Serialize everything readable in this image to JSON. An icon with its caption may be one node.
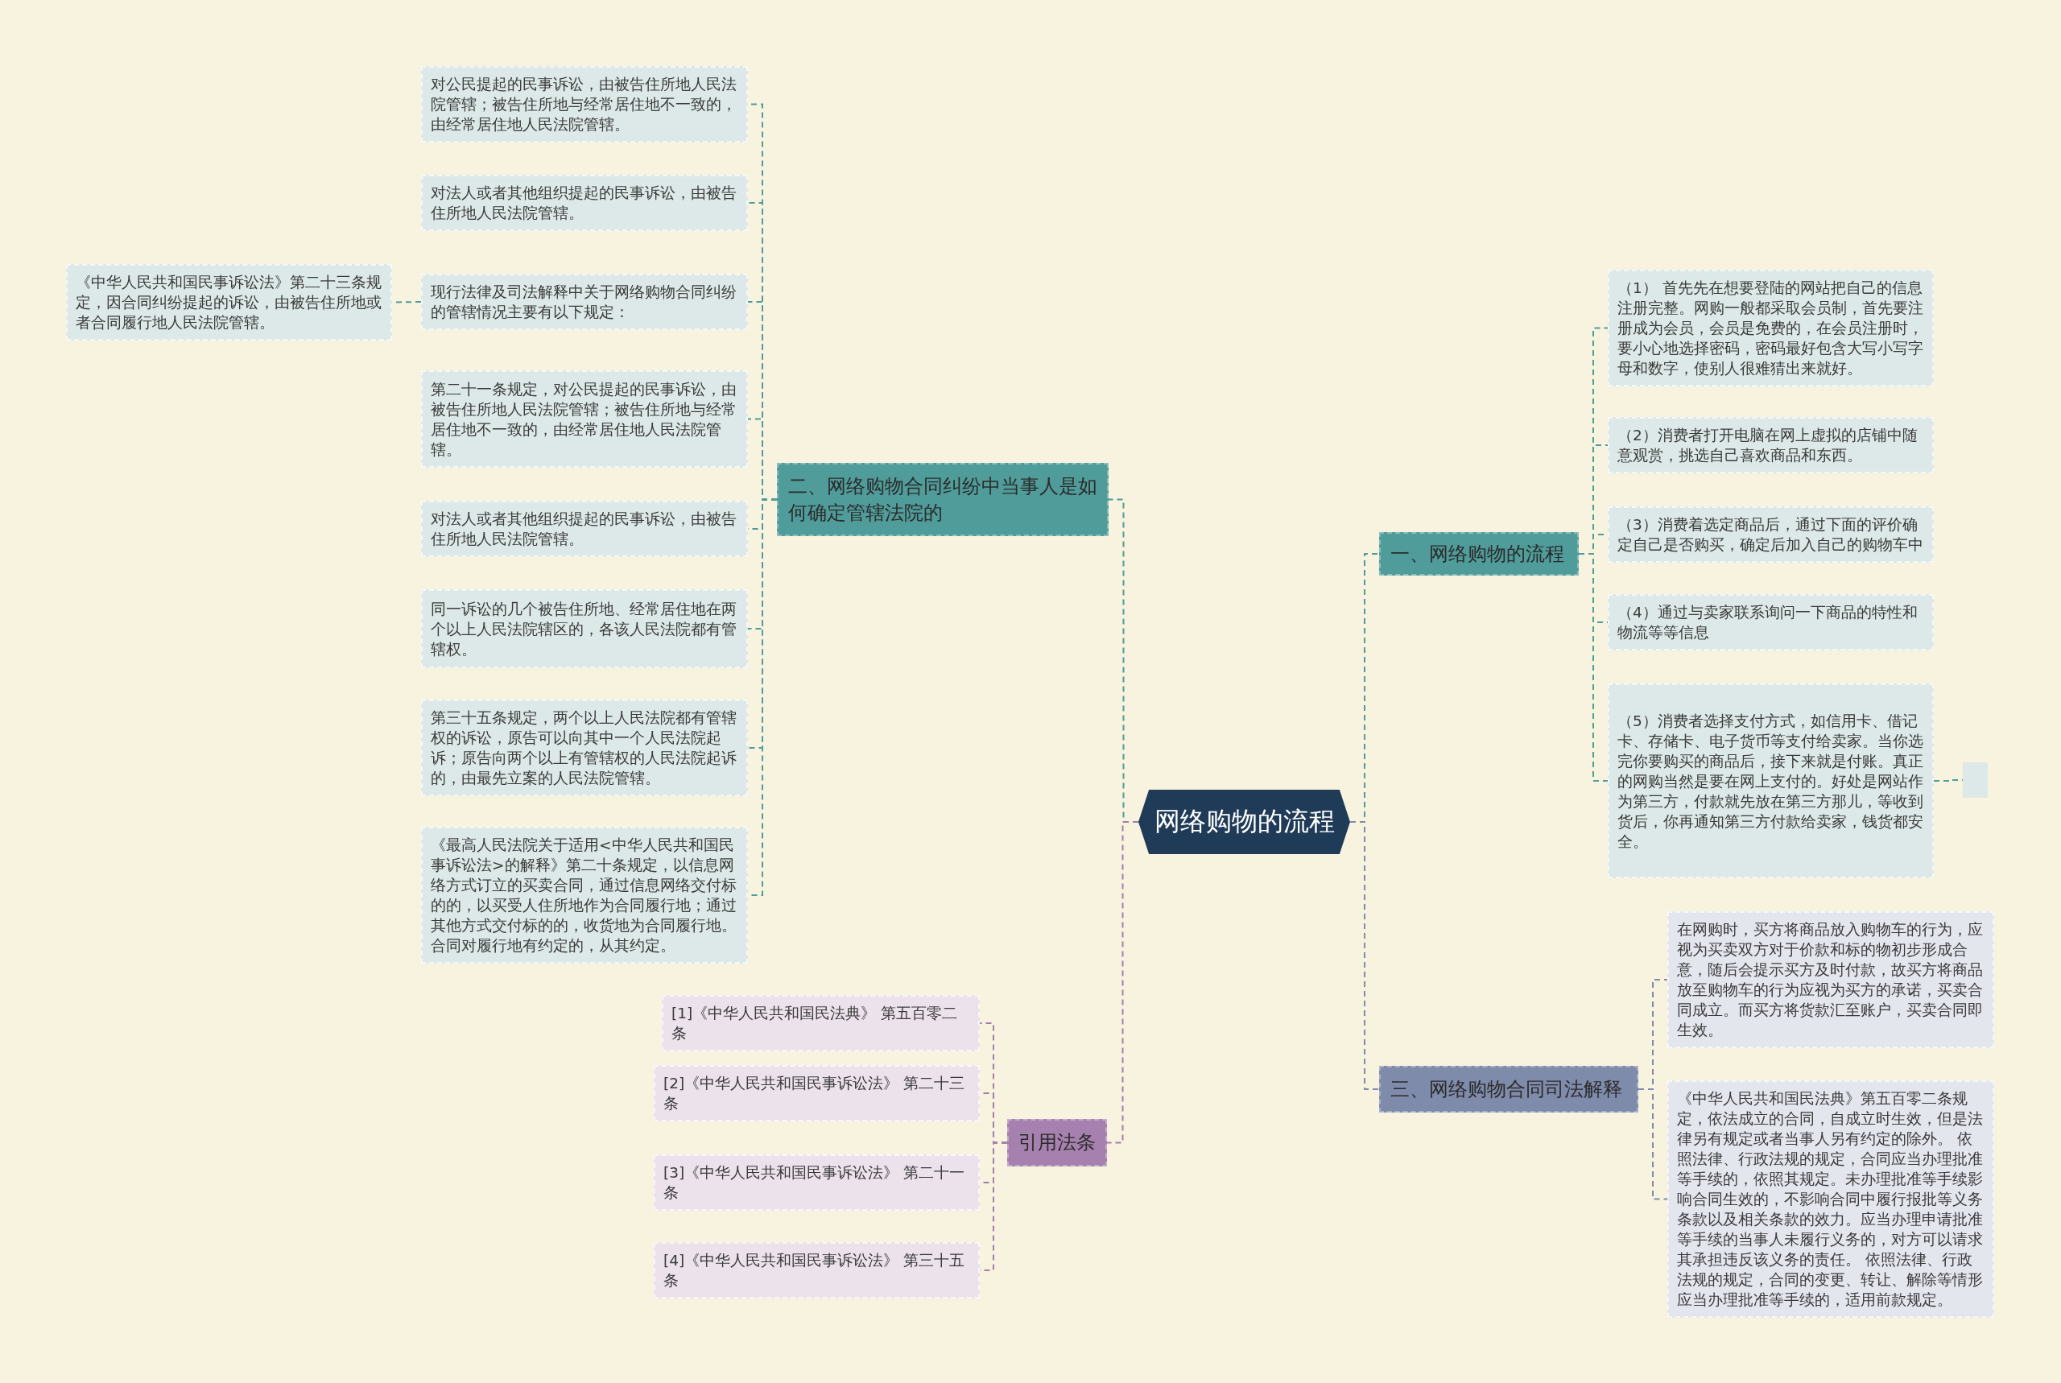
{
  "diagram": {
    "nodes": [
      {
        "text": [
          "网络购物的流程"
        ]
      },
      {
        "text": [
          "一、网络购物的流程"
        ]
      },
      {
        "text": [
          "（1） 首先先在想要登陆的网站把自己的信息注册完整。网购一般都采取会员制，首先要注册成为会员，会员是免费的，在会员注册时，要小心地选择密码，密码最好包含大写小写字母和数字，使别人很难猜出来就好。"
        ]
      },
      {
        "text": [
          "（2）消费者打开电脑在网上虚拟的店铺中随意观赏，挑选自己喜欢商品和东西。"
        ]
      },
      {
        "text": [
          "（3）消费着选定商品后，通过下面的评价确定自己是否购买，确定后加入自己的购物车中"
        ]
      },
      {
        "text": [
          "（4）通过与卖家联系询问一下商品的特性和物流等等信息"
        ]
      },
      {
        "text": [
          "（5）消费者选择支付方式，如信用卡、借记卡、存储卡、电子货币等支付给卖家。当你选完你要购买的商品后，接下来就是付账。真正的网购当然是要在网上支付的。好处是网站作为第三方，付款就先放在第三方那儿，等收到货后，你再通知第三方付款给卖家，钱货都安全。"
        ]
      },
      {
        "text": [],
        "shape": "box"
      },
      {
        "text": [
          "二、网络购物合同纠纷中当事人是如何确定管辖法院的"
        ]
      },
      {
        "text": [
          "对公民提起的民事诉讼，由被告住所地人民法院管辖；被告住所地与经常居住地不一致的，由经常居住地人民法院管辖。"
        ]
      },
      {
        "text": [
          "对法人或者其他组织提起的民事诉讼，由被告住所地人民法院管辖。"
        ]
      },
      {
        "text": [
          "现行法律及司法解释中关于网络购物合同纠纷的管辖情况主要有以下规定："
        ]
      },
      {
        "text": [
          "《中华人民共和国民事诉讼法》第二十三条规定，因合同纠纷提起的诉讼，由被告住所地或者合同履行地人民法院管辖。"
        ]
      },
      {
        "text": [
          "第二十一条规定，对公民提起的民事诉讼，由被告住所地人民法院管辖；被告住所地与经常居住地不一致的，由经常居住地人民法院管辖。"
        ]
      },
      {
        "text": [
          "对法人或者其他组织提起的民事诉讼，由被告住所地人民法院管辖。"
        ]
      },
      {
        "text": [
          "同一诉讼的几个被告住所地、经常居住地在两个以上人民法院辖区的，各该人民法院都有管辖权。"
        ]
      },
      {
        "text": [
          "第三十五条规定，两个以上人民法院都有管辖权的诉讼，原告可以向其中一个人民法院起诉；原告向两个以上有管辖权的人民法院起诉的，由最先立案的人民法院管辖。"
        ]
      },
      {
        "text": [
          "《最高人民法院关于适用<中华人民共和国民事诉讼法>的解释》第二十条规定，以信息网络方式订立的买卖合同，通过信息网络交付标的的，以买受人住所地作为合同履行地；通过其他方式交付标的的，收货地为合同履行地。合同对履行地有约定的，从其约定。"
        ]
      },
      {
        "text": [
          "三、网络购物合同司法解释"
        ]
      },
      {
        "text": [
          "在网购时，买方将商品放入购物车的行为，应视为买卖双方对于价款和标的物初步形成合意，随后会提示买方及时付款，故买方将商品放至购物车的行为应视为买方的承诺，买卖合同成立。而买方将货款汇至账户，买卖合同即生效。"
        ]
      },
      {
        "text": [
          "《中华人民共和国民法典》第五百零二条规定，依法成立的合同，自成立时生效，但是法律另有规定或者当事人另有约定的除外。 依照法律、行政法规的规定，合同应当办理批准等手续的，依照其规定。未办理批准等手续影响合同生效的，不影响合同中履行报批等义务条款以及相关条款的效力。应当办理申请批准等手续的当事人未履行义务的，对方可以请求其承担违反该义务的责任。 依照法律、行政法规的规定，合同的变更、转让、解除等情形应当办理批准等手续的，适用前款规定。"
        ]
      },
      {
        "text": [
          "引用法条"
        ]
      },
      {
        "text": [
          "[1]《中华人民共和国民法典》 第五百零二条"
        ]
      },
      {
        "text": [
          "[2]《中华人民共和国民事诉讼法》 第二十三条"
        ]
      },
      {
        "text": [
          "[3]《中华人民共和国民事诉讼法》 第二十一条"
        ]
      },
      {
        "text": [
          "[4]《中华人民共和国民事诉讼法》 第三十五条"
        ]
      }
    ],
    "edges": [
      {
        "from": 0,
        "to": 1,
        "arrow": "none",
        "style": "dashed"
      },
      {
        "from": 1,
        "to": 2,
        "arrow": "none",
        "style": "dashed"
      },
      {
        "from": 1,
        "to": 3,
        "arrow": "none",
        "style": "dashed"
      },
      {
        "from": 1,
        "to": 4,
        "arrow": "none",
        "style": "dashed"
      },
      {
        "from": 1,
        "to": 5,
        "arrow": "none",
        "style": "dashed"
      },
      {
        "from": 1,
        "to": 6,
        "arrow": "none",
        "style": "dashed"
      },
      {
        "from": 6,
        "to": 7,
        "arrow": "none",
        "style": "dashed"
      },
      {
        "from": 0,
        "to": 8,
        "arrow": "none",
        "style": "dashed"
      },
      {
        "from": 8,
        "to": 9,
        "arrow": "none",
        "style": "dashed"
      },
      {
        "from": 8,
        "to": 10,
        "arrow": "none",
        "style": "dashed"
      },
      {
        "from": 8,
        "to": 11,
        "arrow": "none",
        "style": "dashed"
      },
      {
        "from": 11,
        "to": 12,
        "arrow": "none",
        "style": "dashed"
      },
      {
        "from": 8,
        "to": 13,
        "arrow": "none",
        "style": "dashed"
      },
      {
        "from": 8,
        "to": 14,
        "arrow": "none",
        "style": "dashed"
      },
      {
        "from": 8,
        "to": 15,
        "arrow": "none",
        "style": "dashed"
      },
      {
        "from": 8,
        "to": 16,
        "arrow": "none",
        "style": "dashed"
      },
      {
        "from": 8,
        "to": 17,
        "arrow": "none",
        "style": "dashed"
      },
      {
        "from": 0,
        "to": 18,
        "arrow": "none",
        "style": "dashed",
        "color": "#7f8bab"
      },
      {
        "from": 18,
        "to": 19,
        "arrow": "none",
        "style": "dashed",
        "color": "#7f8bab"
      },
      {
        "from": 18,
        "to": 20,
        "arrow": "none",
        "style": "dashed",
        "color": "#7f8bab"
      },
      {
        "from": 0,
        "to": 21,
        "arrow": "none",
        "style": "dashed",
        "color": "#a17fac"
      },
      {
        "from": 21,
        "to": 22,
        "arrow": "none",
        "style": "dashed",
        "color": "#a17fac"
      },
      {
        "from": 21,
        "to": 23,
        "arrow": "none",
        "style": "dashed",
        "color": "#a17fac"
      },
      {
        "from": 21,
        "to": 24,
        "arrow": "none",
        "style": "dashed",
        "color": "#a17fac"
      },
      {
        "from": 21,
        "to": 25,
        "arrow": "none",
        "style": "dashed",
        "color": "#a17fac"
      }
    ]
  }
}
